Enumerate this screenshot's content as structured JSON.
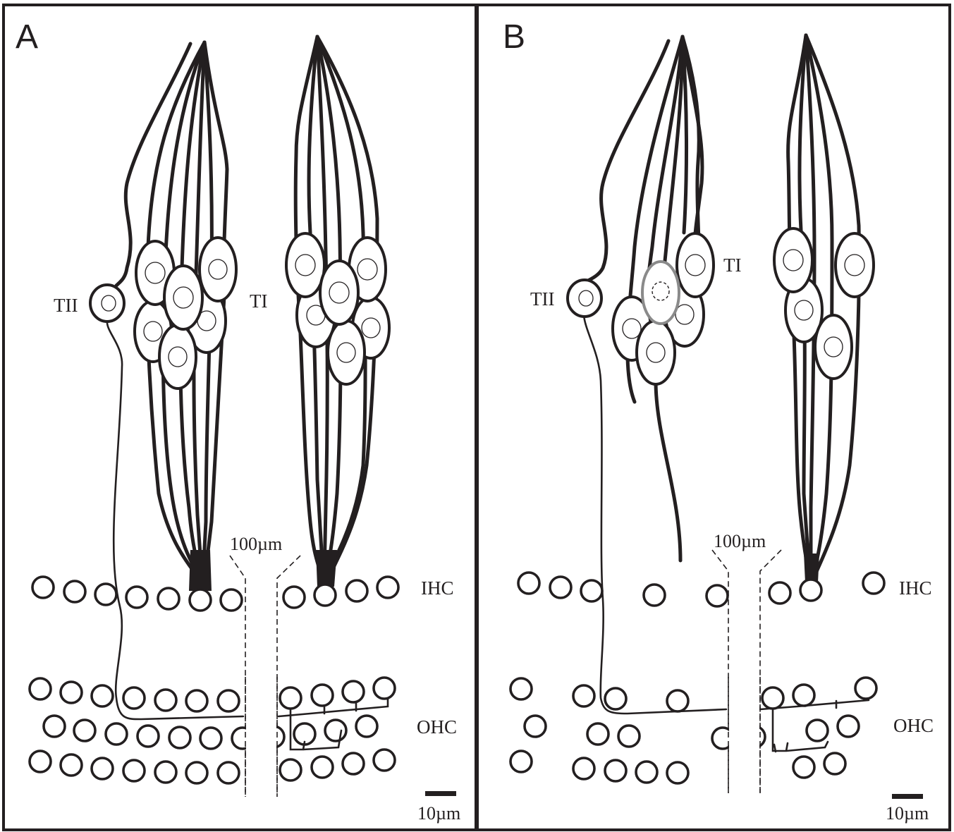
{
  "panels": [
    {
      "letter": "A",
      "labels": {
        "type2": "TII",
        "type1": "TI",
        "gap": "100µm",
        "ihc": "IHC",
        "ohc": "OHC",
        "scale": "10µm"
      }
    },
    {
      "letter": "B",
      "labels": {
        "type2": "TII",
        "type1": "TI",
        "gap": "100µm",
        "ihc": "IHC",
        "ohc": "OHC",
        "scale": "10µm"
      }
    }
  ],
  "colors": {
    "ink": "#231f20",
    "degenerating_neuron": "#8a8a8a",
    "background": "#ffffff"
  },
  "icons": {
    "hair_cell": "open-circle",
    "neuron": "ellipse-with-nucleus",
    "fiber_bundle": "converging-lines"
  }
}
